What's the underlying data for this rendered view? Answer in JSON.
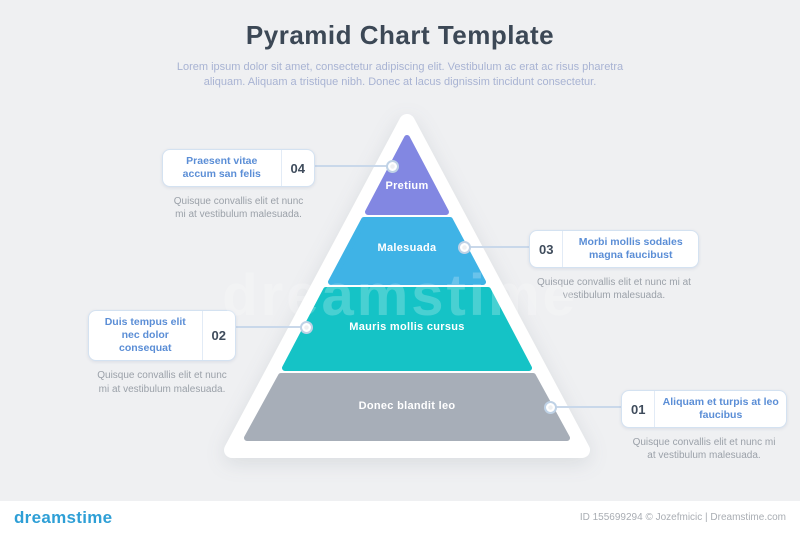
{
  "page": {
    "title": "Pyramid Chart Template",
    "subtitle_lines": [
      "Lorem ipsum dolor sit amet, consectetur adipiscing elit. Vestibulum ac erat ac risus pharetra",
      "aliquam. Aliquam a tristique nibh. Donec at lacus dignissim tincidunt consectetur."
    ],
    "background_color": "#eff0f2"
  },
  "pyramid": {
    "layers": [
      {
        "label": "Pretium",
        "color": "#8287e2"
      },
      {
        "label": "Malesuada",
        "color": "#3fb3e6"
      },
      {
        "label": "Mauris mollis cursus",
        "color": "#15c3c6"
      },
      {
        "label": "Donec blandit leo",
        "color": "#a7aeb8"
      }
    ],
    "container_color": "#ffffff"
  },
  "steps": [
    {
      "number": "04",
      "side": "left",
      "title": "Praesent vitae accum san felis",
      "description": "Quisque convallis elit et nunc mi at vestibulum malesuada."
    },
    {
      "number": "03",
      "side": "right",
      "title": "Morbi mollis sodales magna faucibust",
      "description": "Quisque convallis elit et nunc mi at vestibulum malesuada."
    },
    {
      "number": "02",
      "side": "left",
      "title": "Duis tempus elit nec dolor consequat",
      "description": "Quisque convallis elit et nunc mi at vestibulum malesuada."
    },
    {
      "number": "01",
      "side": "right",
      "title": "Aliquam et turpis at leo faucibus",
      "description": "Quisque convallis elit et nunc mi at vestibulum malesuada."
    }
  ],
  "accent": {
    "title_color": "#3c4856",
    "step_title_color": "#5b8ed6",
    "number_color": "#3f4c5c",
    "connector_color": "#c9d8ea",
    "description_color": "#9ba1a9"
  },
  "watermark": {
    "text": "dreamstime"
  },
  "footer": {
    "brand": "dreamstime",
    "credit": "ID 155699294 © Jozefmicic | Dreamstime.com"
  }
}
